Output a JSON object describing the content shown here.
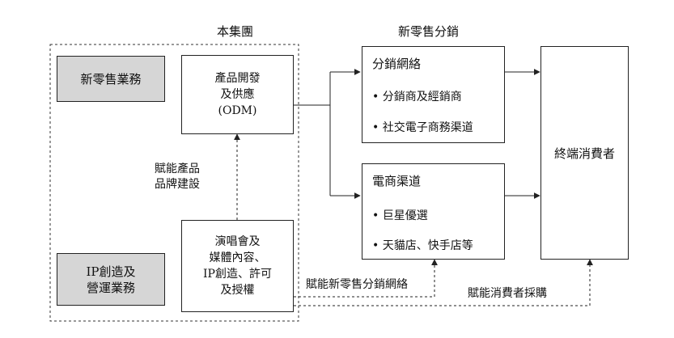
{
  "group": {
    "heading": "本集團"
  },
  "retail": {
    "heading": "新零售分銷"
  },
  "boxes": {
    "new_retail_business": "新零售業務",
    "ip_business": [
      "IP創造及",
      "營運業務"
    ],
    "product_dev": [
      "產品開發",
      "及供應",
      "(ODM)"
    ],
    "content": [
      "演唱會及",
      "媒體內容、",
      "IP創造、許可",
      "及授權"
    ],
    "distribution": {
      "title": "分銷網絡",
      "bullets": [
        "分銷商及經銷商",
        "社交電子商務渠道"
      ]
    },
    "ecommerce": {
      "title": "電商渠道",
      "bullets": [
        "巨星優選",
        "天貓店、快手店等"
      ]
    },
    "consumers": "終端消費者"
  },
  "labels": {
    "empower_brand": [
      "賦能產品",
      "品牌建設"
    ],
    "empower_network": "賦能新零售分銷網絡",
    "empower_consumer": "賦能消費者採購"
  }
}
